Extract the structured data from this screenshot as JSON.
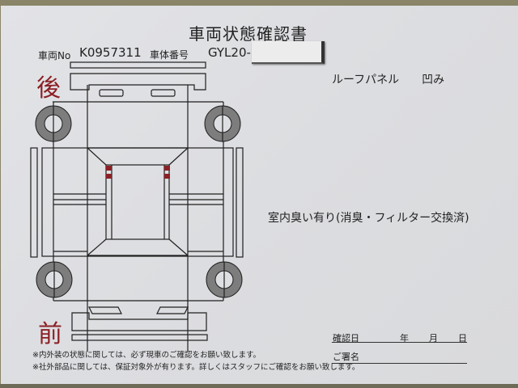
{
  "document": {
    "title": "車両状態確認書",
    "vehicle_no_label": "車両No",
    "vehicle_no_value": "K0957311",
    "chassis_no_label": "車体番号",
    "chassis_no_value": "GYL20-",
    "chassis_no_redacted": true
  },
  "diagram": {
    "rear_label": "後",
    "front_label": "前",
    "marks_color": "#8b2025"
  },
  "notes": {
    "note1": "ルーフパネル　　凹み",
    "note2": "室内臭い有り(消臭・フィルター交換済)"
  },
  "footnotes": {
    "line1": "※内外装の状態に関しては、必ず現車のご確認をお願い致します。",
    "line2": "※社外部品に関しては、保証対象外が有ります。詳しくはスタッフにご確認をお願い致します。"
  },
  "signature": {
    "confirm_date_label": "確認日",
    "year_label": "年",
    "month_label": "月",
    "day_label": "日",
    "signature_label": "ご署名"
  }
}
